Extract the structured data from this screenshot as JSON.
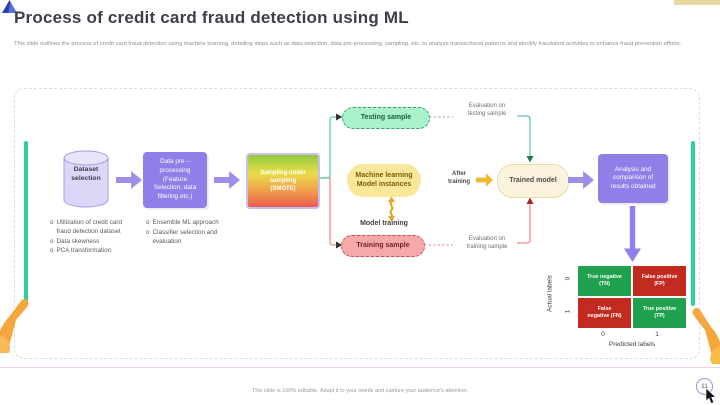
{
  "slide": {
    "title": "Process of credit card fraud detection using ML",
    "subtitle": "This slide outlines the process of credit card fraud detection using machine learning, detailing steps such as data selection, data pre-processing, sampling, etc. to analyze transactional patterns and identify fraudulent activities to enhance fraud prevention efforts.",
    "footer_note": "This slide is 100% editable. Adapt it to your needs and capture your audience's attention.",
    "page_number": "11"
  },
  "flow": {
    "dataset": {
      "label": "Dataset\nselection",
      "bullets": [
        "Utilization of credit card fraud detection dataset",
        "Data skewness",
        "PCA transformation"
      ]
    },
    "preprocessing": {
      "label": "Data pre –\nprocessing\n(Feature\nSelection, data\nfiltering etc.)",
      "bullets": [
        "Ensemble ML approach",
        "Classifier selection and evaluation"
      ]
    },
    "sampling": {
      "label": "Sampling under\nsampling\n(SMOTE)"
    },
    "testing_sample": {
      "label": "Testing sample"
    },
    "training_sample": {
      "label": "Training sample"
    },
    "ml_instances": {
      "label": "Machine learning\nModel instances"
    },
    "model_training": {
      "label": "Model training"
    },
    "after_training": {
      "label": "After\ntraining"
    },
    "trained_model": {
      "label": "Trained model"
    },
    "evaluation_testing": {
      "label": "Evaluation on\ntesting sample"
    },
    "evaluation_training": {
      "label": "Evaluation on\ntraining sample"
    },
    "analysis": {
      "label": "Analysis and\ncomparison of\nresults obtained"
    }
  },
  "confusion_matrix": {
    "y_axis_label": "Actual labels",
    "x_axis_label": "Predicted labels",
    "y_ticks": [
      "0",
      "1"
    ],
    "x_ticks": [
      "0",
      "1"
    ],
    "cells": [
      {
        "label": "True negative\n(TN)",
        "type": "green"
      },
      {
        "label": "False positive\n(FP)",
        "type": "red"
      },
      {
        "label": "False\nnegative (FN)",
        "type": "red"
      },
      {
        "label": "True positive\n(TP)",
        "type": "green"
      }
    ]
  },
  "colors": {
    "purple_box": "#8F7FE8",
    "purple_arrow": "#9D8FE8",
    "cylinder_fill": "#DDD6F7",
    "teal_accent": "#2FCE9F",
    "testing_green": "#A9F2CB",
    "training_pink": "#F6A9A9",
    "ml_yellow": "#FBE79B",
    "trained_cream": "#FCF3DC",
    "matrix_green": "#1FA14E",
    "matrix_red": "#C32B20",
    "yellow_arrow": "#EDB92E",
    "hand_orange": "#F5A63C"
  }
}
